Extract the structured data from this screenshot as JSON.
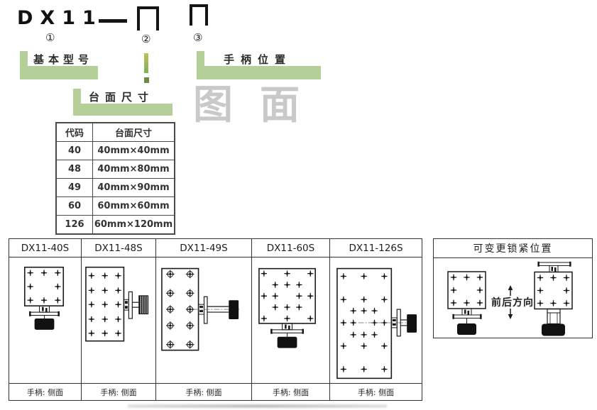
{
  "code_diagram": {
    "model": "DX11",
    "dash": "—",
    "markers": [
      "①",
      "②",
      "③"
    ]
  },
  "labels": {
    "basic_model": "基本型号",
    "surface_size": "台面尺寸",
    "handle_position": "手柄位置"
  },
  "watermark": "图面",
  "size_table": {
    "headers": [
      "代码",
      "台面尺寸"
    ],
    "rows": [
      [
        "40",
        "40mm×40mm"
      ],
      [
        "48",
        "40mm×80mm"
      ],
      [
        "49",
        "40mm×90mm"
      ],
      [
        "60",
        "60mm×60mm"
      ],
      [
        "126",
        "60mm×120mm"
      ]
    ]
  },
  "models_panel": {
    "columns": [
      {
        "title": "DX11-40S",
        "handle_note": "手柄: 侧面"
      },
      {
        "title": "DX11-48S",
        "handle_note": "手柄: 侧面"
      },
      {
        "title": "DX11-49S",
        "handle_note": "手柄: 侧面"
      },
      {
        "title": "DX11-60S",
        "handle_note": "手柄: 侧面"
      },
      {
        "title": "DX11-126S",
        "handle_note": "手柄: 侧面"
      }
    ]
  },
  "lock_panel": {
    "title": "可变更锁紧位置",
    "direction_label": "前后方向"
  },
  "colors": {
    "highlight_green": "#b5cf98",
    "accent_olive": "#6d8c3f",
    "watermark_gray": "#c9c9c9",
    "line_black": "#1a1a1a"
  }
}
